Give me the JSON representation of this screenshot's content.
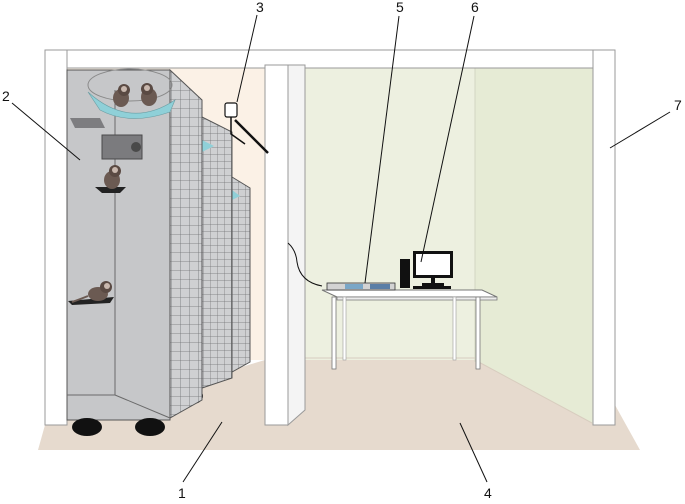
{
  "callouts": [
    {
      "id": "c1",
      "label": "1"
    },
    {
      "id": "c2",
      "label": "2"
    },
    {
      "id": "c3",
      "label": "3"
    },
    {
      "id": "c4",
      "label": "4"
    },
    {
      "id": "c5",
      "label": "5"
    },
    {
      "id": "c6",
      "label": "6"
    },
    {
      "id": "c7",
      "label": "7"
    }
  ],
  "colors": {
    "floor": "#e6dace",
    "room_wall_left": "#fbf1e6",
    "room_wall_right": "#edf0e0",
    "frame": "#ffffff",
    "cage_front": "#c6c7c9",
    "cage_side": "#d9dadc",
    "mesh": "#6f7073",
    "nest_box": "#8fd0d8",
    "wheel": "#111111",
    "table": "#ffffff",
    "monitor": "#111111"
  }
}
